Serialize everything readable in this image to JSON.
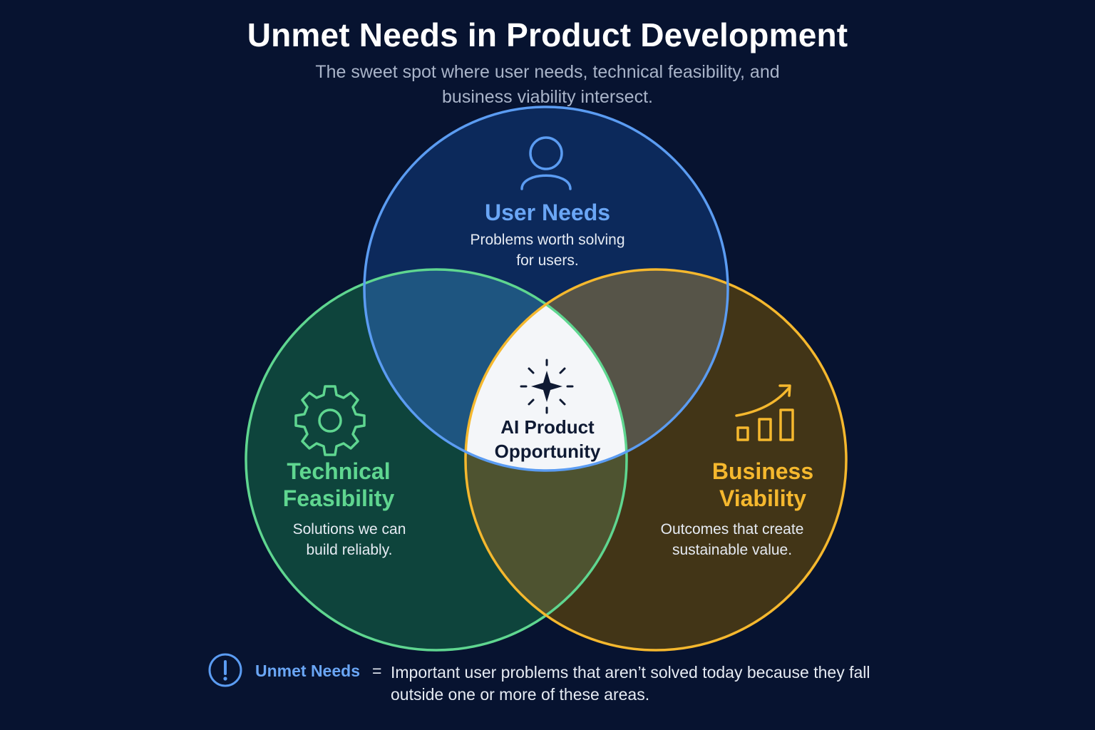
{
  "header": {
    "title": "Unmet Needs in Product Development",
    "subtitle": "The sweet spot where user needs, technical feasibility, and business viability intersect."
  },
  "circles": {
    "user": {
      "title": "User Needs",
      "description": "Problems worth solving for users.",
      "icon": "user-icon",
      "color": "#5b9cf2"
    },
    "technical": {
      "title": "Technical Feasibility",
      "description": "Solutions we can build reliably.",
      "icon": "gear-icon",
      "color": "#5fd690"
    },
    "business": {
      "title": "Business Viability",
      "description": "Outcomes that create sustainable value.",
      "icon": "growth-chart-icon",
      "color": "#f5b82e"
    }
  },
  "center": {
    "title": "AI Product Opportunity",
    "icon": "sparkle-icon"
  },
  "footer": {
    "icon": "alert-icon",
    "term": "Unmet Needs",
    "equals": "=",
    "definition": "Important user problems that aren’t solved today because they fall outside one or more of these areas."
  }
}
